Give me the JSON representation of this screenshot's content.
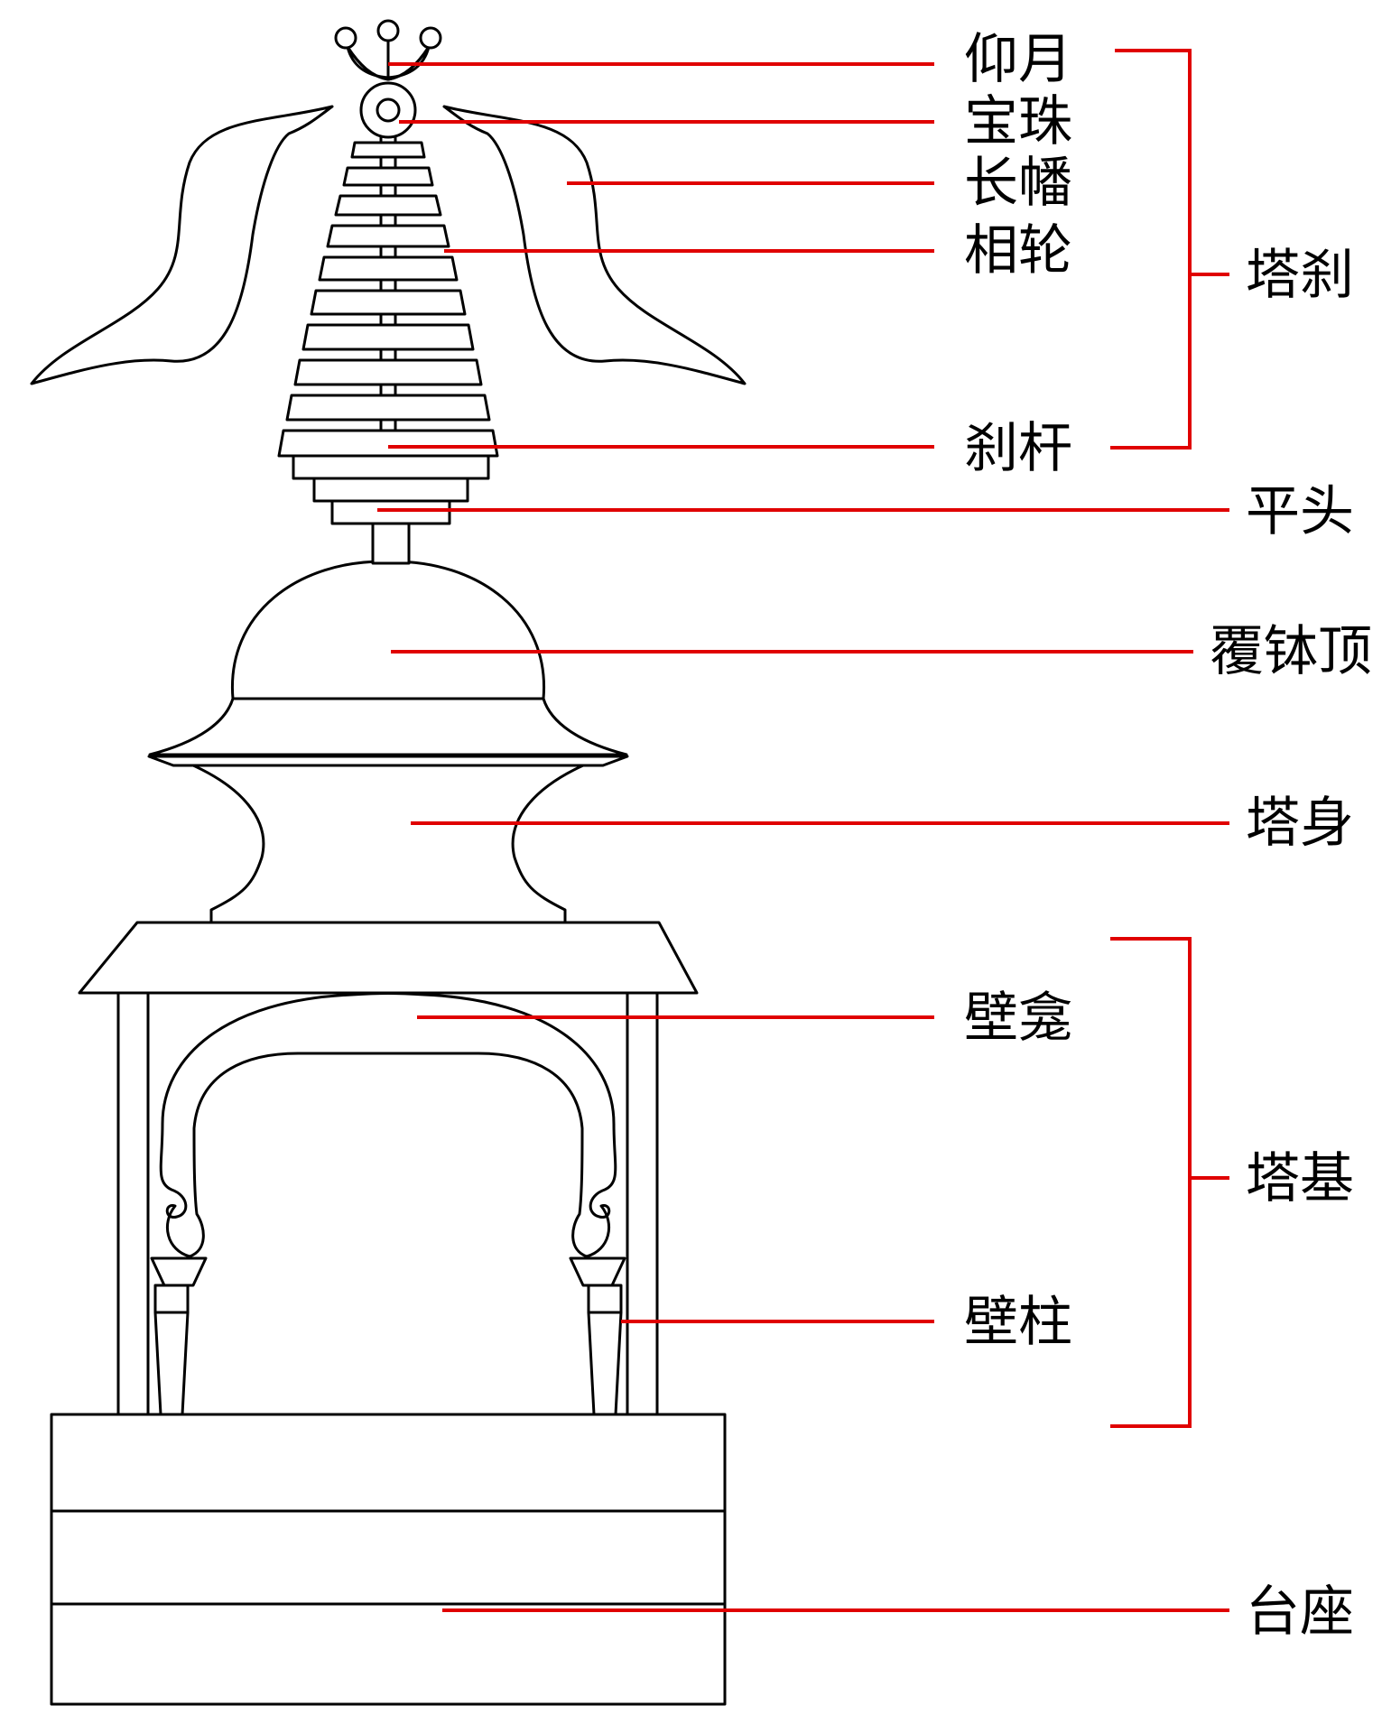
{
  "colors": {
    "leader": "#e00000",
    "outline": "#000000",
    "background": "#ffffff"
  },
  "labels": {
    "yang_yue": "仰月",
    "bao_zhu": "宝珠",
    "chang_fan": "长幡",
    "xiang_lun": "相轮",
    "cha_gan": "刹杆",
    "ping_tou": "平头",
    "fu_bo_ding": "覆钵顶",
    "ta_shen": "塔身",
    "bi_kan": "壁龛",
    "bi_zhu": "壁柱",
    "tai_zuo": "台座"
  },
  "groups": {
    "ta_cha": "塔刹",
    "ta_ji": "塔基"
  }
}
